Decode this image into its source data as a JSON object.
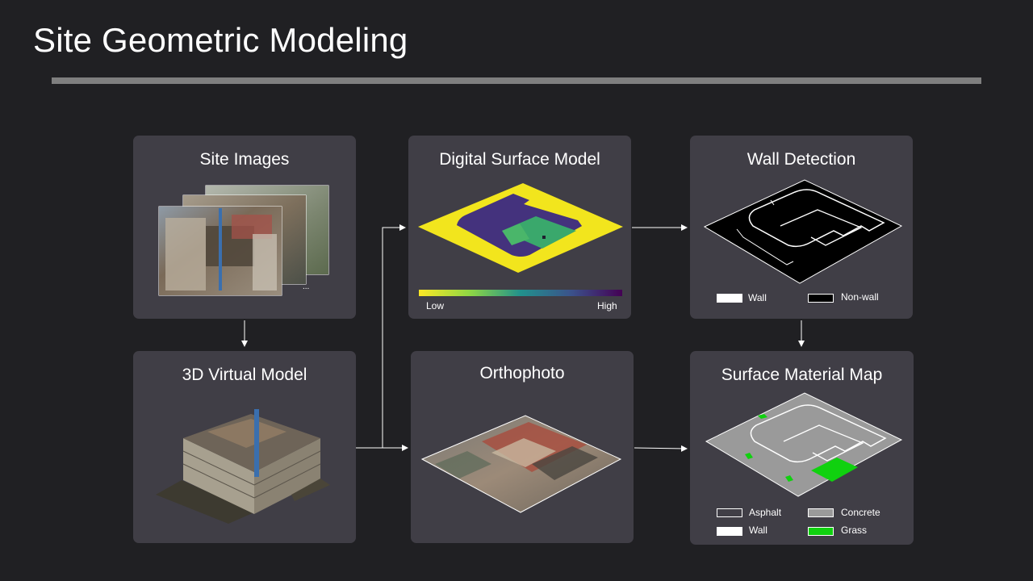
{
  "slide": {
    "title": "Site Geometric Modeling"
  },
  "panels": {
    "site_images": {
      "title": "Site Images",
      "ellipsis": "..."
    },
    "dsm": {
      "title": "Digital Surface Model",
      "colorbar_low": "Low",
      "colorbar_high": "High"
    },
    "wall_detection": {
      "title": "Wall Detection",
      "legend": [
        "Wall",
        "Non-wall"
      ]
    },
    "virtual_model": {
      "title": "3D Virtual Model"
    },
    "orthophoto": {
      "title": "Orthophoto"
    },
    "material_map": {
      "title": "Surface Material Map",
      "legend": [
        "Asphalt",
        "Concrete",
        "Wall",
        "Grass"
      ]
    }
  },
  "colors": {
    "background": "#202023",
    "panel": "#403e46",
    "rule": "#7f7f7f",
    "dsm_low": "#f2e51d",
    "dsm_high": "#3b1f6b",
    "concrete": "#9a9a9a",
    "grass": "#10d10f"
  }
}
